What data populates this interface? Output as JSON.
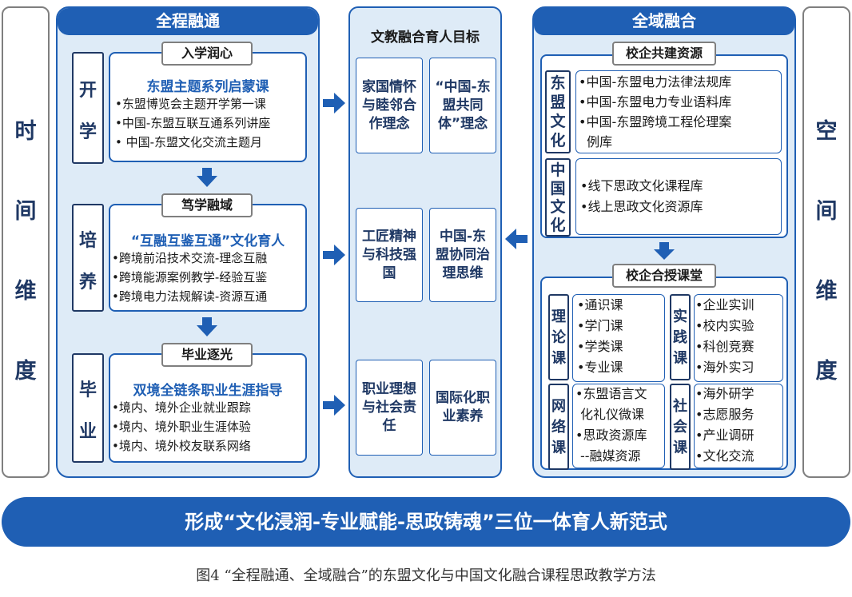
{
  "left_axis": {
    "chars": [
      "时",
      "间",
      "维",
      "度"
    ]
  },
  "right_axis": {
    "chars": [
      "空",
      "间",
      "维",
      "度"
    ]
  },
  "left_col": {
    "title": "全程融通",
    "stages": [
      {
        "label_chars": [
          "开",
          "学"
        ],
        "tag": "入学润心",
        "heading": "东盟主题系列启蒙课",
        "items": [
          "•东盟博览会主题开学第一课",
          "•中国-东盟互联互通系列讲座",
          "• 中国-东盟文化交流主题月"
        ]
      },
      {
        "label_chars": [
          "培",
          "养"
        ],
        "tag": "笃学融域",
        "heading": "“互融互鉴互通”文化育人",
        "items": [
          "•跨境前沿技术交流-理念互融",
          "•跨境能源案例教学-经验互鉴",
          "•跨境电力法规解读-资源互通"
        ]
      },
      {
        "label_chars": [
          "毕",
          "业"
        ],
        "tag": "毕业逐光",
        "heading": "双境全链条职业生涯指导",
        "items": [
          "•境内、境外企业就业跟踪",
          "•境内、境外职业生涯体验",
          "•境内、境外校友联系网络"
        ]
      }
    ]
  },
  "middle_col": {
    "title": "文教融合育人目标",
    "goals": [
      [
        "家国情怀与睦邻合作理念",
        "“中国-东盟共同体”理念"
      ],
      [
        "工匠精神与科技强国",
        "中国-东盟协同治理思维"
      ],
      [
        "职业理想与社会责任",
        "国际化职业素养"
      ]
    ]
  },
  "right_col": {
    "title": "全域融合",
    "resources": {
      "tag": "校企共建资源",
      "groups": [
        {
          "label_chars": [
            "东",
            "盟",
            "文",
            "化"
          ],
          "items": [
            "•中国-东盟电力法律法规库",
            "•中国-东盟电力专业语料库",
            "•中国-东盟跨境工程伦理案",
            "  例库"
          ]
        },
        {
          "label_chars": [
            "中",
            "国",
            "文",
            "化"
          ],
          "items": [
            "•线下思政文化课程库",
            "•线上思政文化资源库"
          ]
        }
      ]
    },
    "courses": {
      "tag": "校企合授课堂",
      "groups": [
        {
          "label_chars": [
            "理",
            "论",
            "课"
          ],
          "items": [
            "•通识课",
            "•学门课",
            "•学类课",
            "•专业课"
          ]
        },
        {
          "label_chars": [
            "实",
            "践",
            "课"
          ],
          "items": [
            "•企业实训",
            "•校内实验",
            "•科创竞赛",
            "•海外实习"
          ]
        },
        {
          "label_chars": [
            "网",
            "络",
            "课"
          ],
          "items": [
            "•东盟语言文",
            "化礼仪微课",
            "•思政资源库",
            "--融媒资源"
          ]
        },
        {
          "label_chars": [
            "社",
            "会",
            "课"
          ],
          "items": [
            "•海外研学",
            "•志愿服务",
            "•产业调研",
            "•文化交流"
          ]
        }
      ]
    }
  },
  "banner": "形成“文化浸润-专业赋能-思政铸魂”三位一体育人新范式",
  "caption": "图4 “全程融通、全域融合”的东盟文化与中国文化融合课程思政教学方法",
  "colors": {
    "primary": "#1f5fb4",
    "light": "#deebf7",
    "dark": "#1f3864"
  }
}
